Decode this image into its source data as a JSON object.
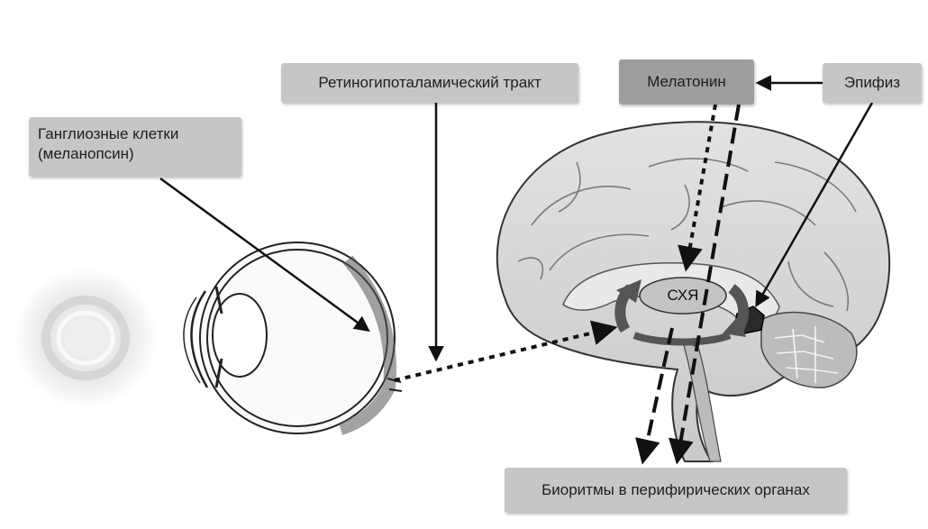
{
  "labels": {
    "ganglion_cells_line1": "Ганглиозные клетки",
    "ganglion_cells_line2": "(меланопсин)",
    "retinohypothalamic_tract": "Ретиногипоталамический тракт",
    "melatonin": "Мелатонин",
    "epiphysis": "Эпифиз",
    "scn": "СХЯ",
    "peripheral_biorhythms": "Биоритмы в перифирических органах"
  },
  "colors": {
    "label_box": "#c6c6c6",
    "label_box_dark": "#9e9e9e",
    "brain_fill": "#d8d8d8",
    "cerebellum_fill": "#bcbcbc",
    "arrow": "#111111"
  },
  "icons": [
    "light-source-icon",
    "eye-icon",
    "brain-icon",
    "pineal-gland-icon",
    "circadian-arrows-icon"
  ]
}
